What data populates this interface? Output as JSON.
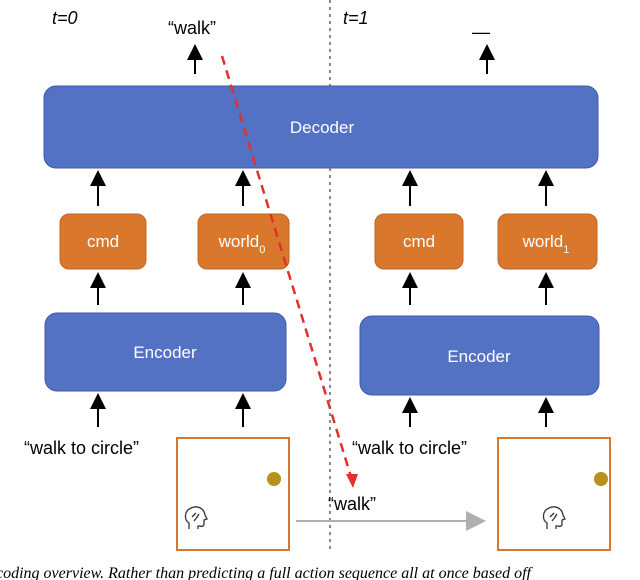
{
  "timesteps": [
    {
      "label": "t=0"
    },
    {
      "label": "t=1"
    }
  ],
  "outputs": {
    "t0": "“walk”",
    "t1": "—"
  },
  "decoder": {
    "label": "Decoder"
  },
  "encoders": [
    {
      "label": "Encoder"
    },
    {
      "label": "Encoder"
    }
  ],
  "features": [
    {
      "label": "cmd"
    },
    {
      "label": "world",
      "sub": "0"
    },
    {
      "label": "cmd"
    },
    {
      "label": "world",
      "sub": "1"
    }
  ],
  "commands": [
    "“walk to circle”",
    "“walk to circle”"
  ],
  "transition_label": "“walk”",
  "caption": "coding overview. Rather than predicting a full action sequence all at once based off"
}
